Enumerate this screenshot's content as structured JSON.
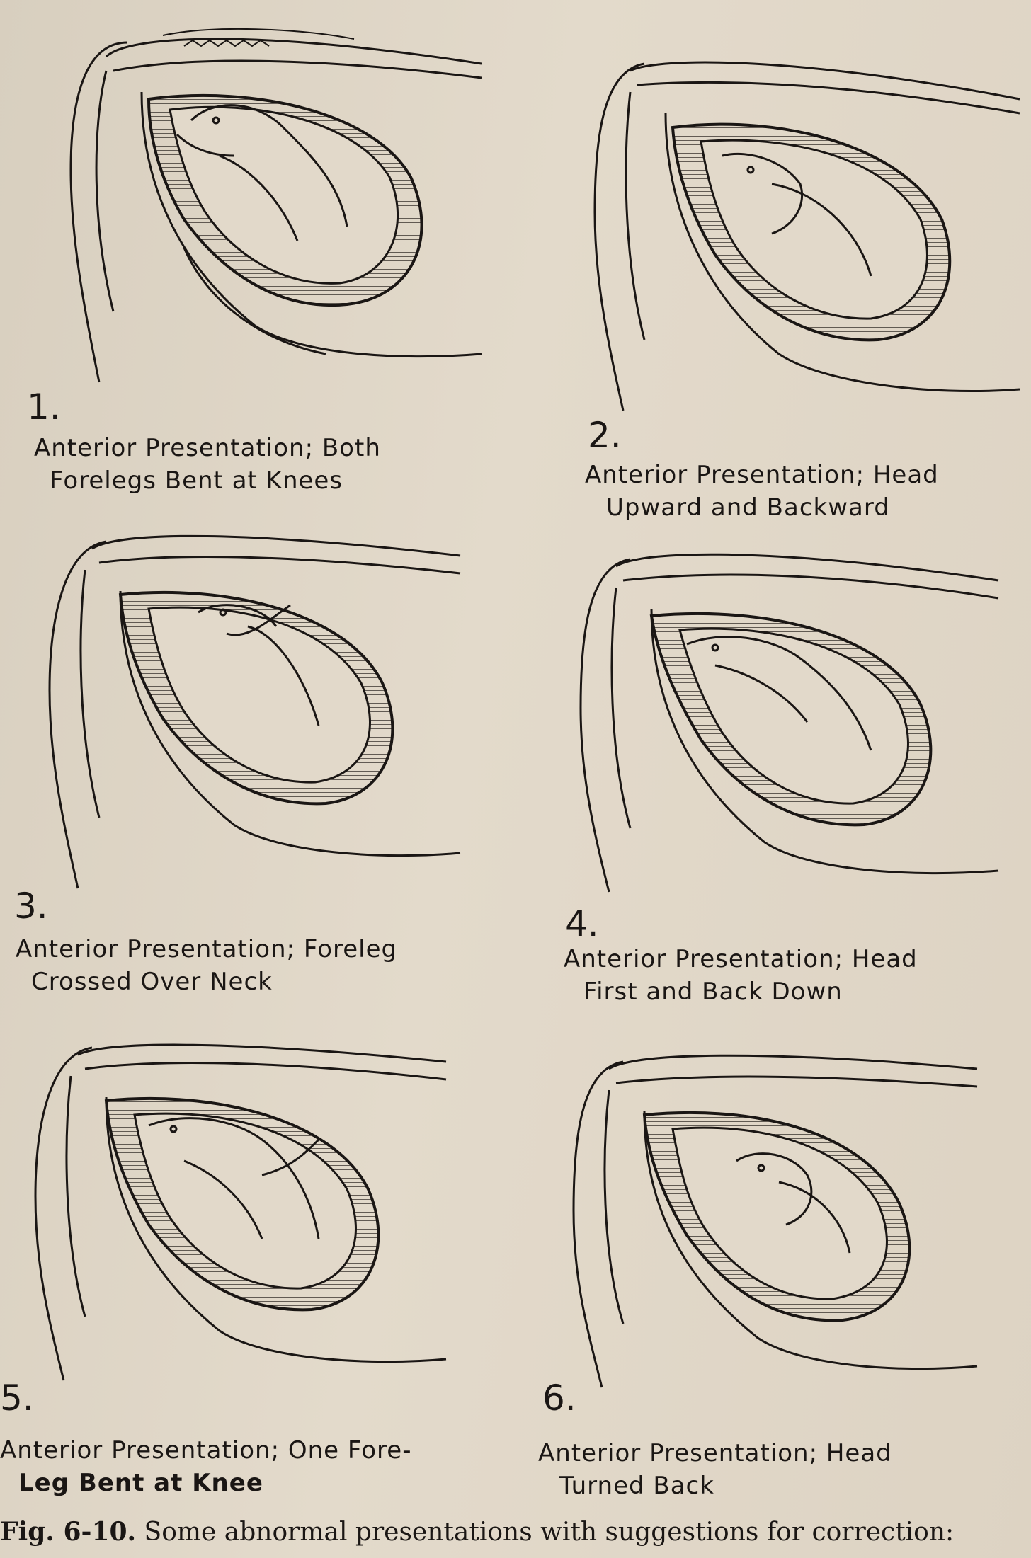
{
  "panels": [
    {
      "number": "1.",
      "caption_line1": "Anterior Presentation; Both",
      "caption_line2": "Forelegs Bent at Knees"
    },
    {
      "number": "2.",
      "caption_line1": "Anterior Presentation; Head",
      "caption_line2": "Upward and Backward"
    },
    {
      "number": "3.",
      "caption_line1": "Anterior Presentation; Foreleg",
      "caption_line2": "Crossed Over Neck"
    },
    {
      "number": "4.",
      "caption_line1": "Anterior Presentation; Head",
      "caption_line2": "First and Back Down"
    },
    {
      "number": "5.",
      "caption_line1": "Anterior Presentation; One Fore-",
      "caption_line2": "Leg Bent at Knee"
    },
    {
      "number": "6.",
      "caption_line1": "Anterior Presentation; Head",
      "caption_line2": "Turned Back"
    }
  ],
  "figure_caption": {
    "label": "Fig. 6-10.",
    "text": "Some abnormal presentations with suggestions for correction:"
  }
}
